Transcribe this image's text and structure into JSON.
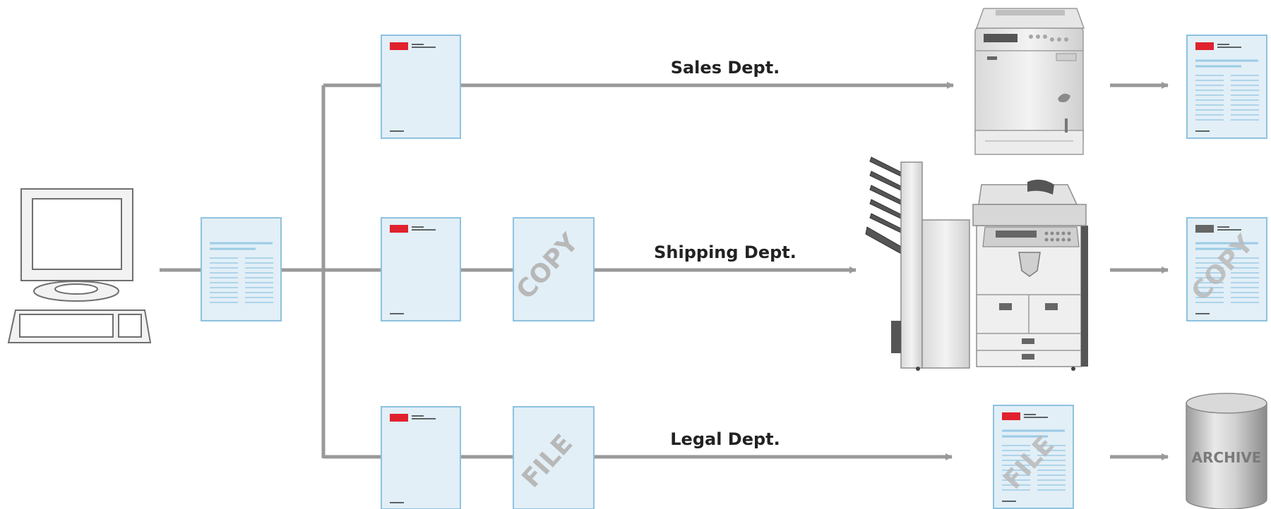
{
  "routes": [
    {
      "label": "Sales Dept."
    },
    {
      "label": "Shipping Dept.",
      "watermark": "COPY"
    },
    {
      "label": "Legal Dept.",
      "watermark": "FILE"
    }
  ],
  "archive_label": "ARCHIVE",
  "colors": {
    "line": "#999999",
    "doc_fill": "#e2eff7",
    "doc_border": "#8ec2df",
    "doc_lines": "#9ccbe6",
    "logo_red": "#e0222e",
    "logo_gray": "#666666"
  },
  "icons": [
    "computer-icon",
    "printer-icon",
    "multifunction-copier-icon",
    "archive-cylinder-icon",
    "arrow-icon"
  ]
}
